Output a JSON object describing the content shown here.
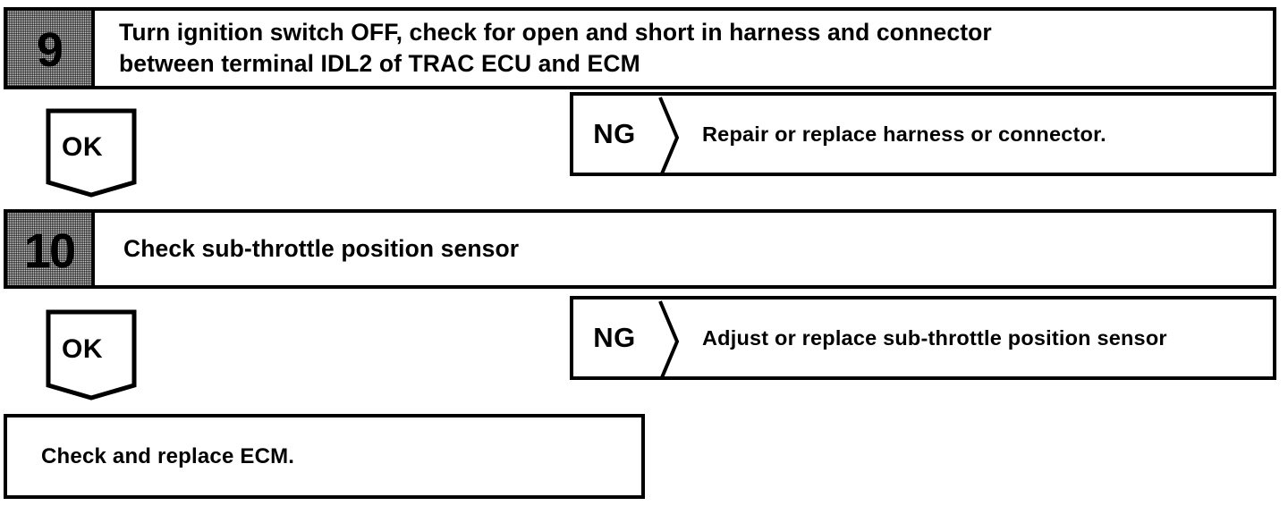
{
  "flowchart": {
    "steps": [
      {
        "number": "9",
        "text_line1": "Turn ignition switch OFF, check for open and short in harness and connector",
        "text_line2": "between terminal IDL2 of TRAC ECU and ECM"
      },
      {
        "number": "10",
        "text_line1": "Check sub-throttle position sensor",
        "text_line2": ""
      }
    ],
    "connectors": [
      {
        "label": "OK"
      },
      {
        "label": "OK"
      }
    ],
    "results": [
      {
        "label": "NG",
        "text": "Repair or replace harness or connector."
      },
      {
        "label": "NG",
        "text": "Adjust or replace sub-throttle position sensor"
      }
    ],
    "final": {
      "text": "Check and replace ECM."
    },
    "colors": {
      "ink": "#000000",
      "paper": "#ffffff",
      "number_cell": "#d2d2d2"
    }
  }
}
